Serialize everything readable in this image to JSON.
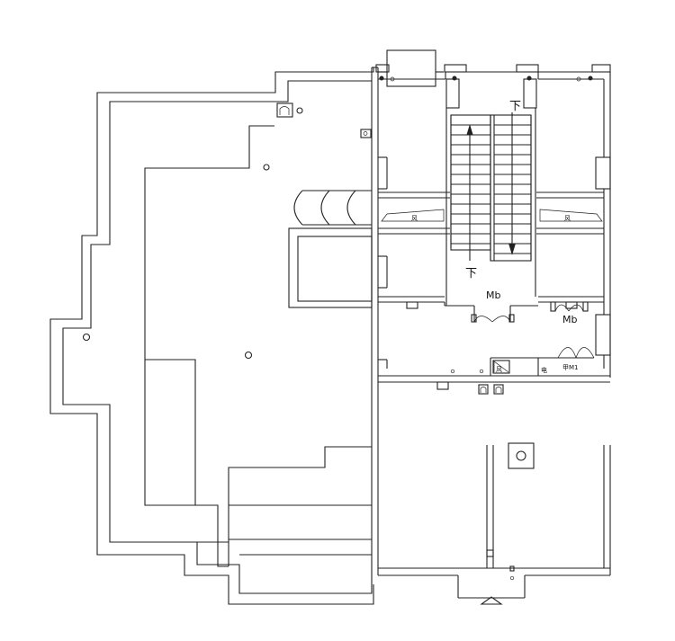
{
  "labels": {
    "stair_down_top": "下",
    "stair_down_bottom": "下",
    "door_mb_center": "Mb",
    "door_mb_right": "Mb",
    "door_fm": "甲M1",
    "vent_left": "风",
    "vent_right": "风",
    "vent_small": "风",
    "elec": "电"
  },
  "colors": {
    "line": "#222222",
    "background": "#ffffff"
  }
}
